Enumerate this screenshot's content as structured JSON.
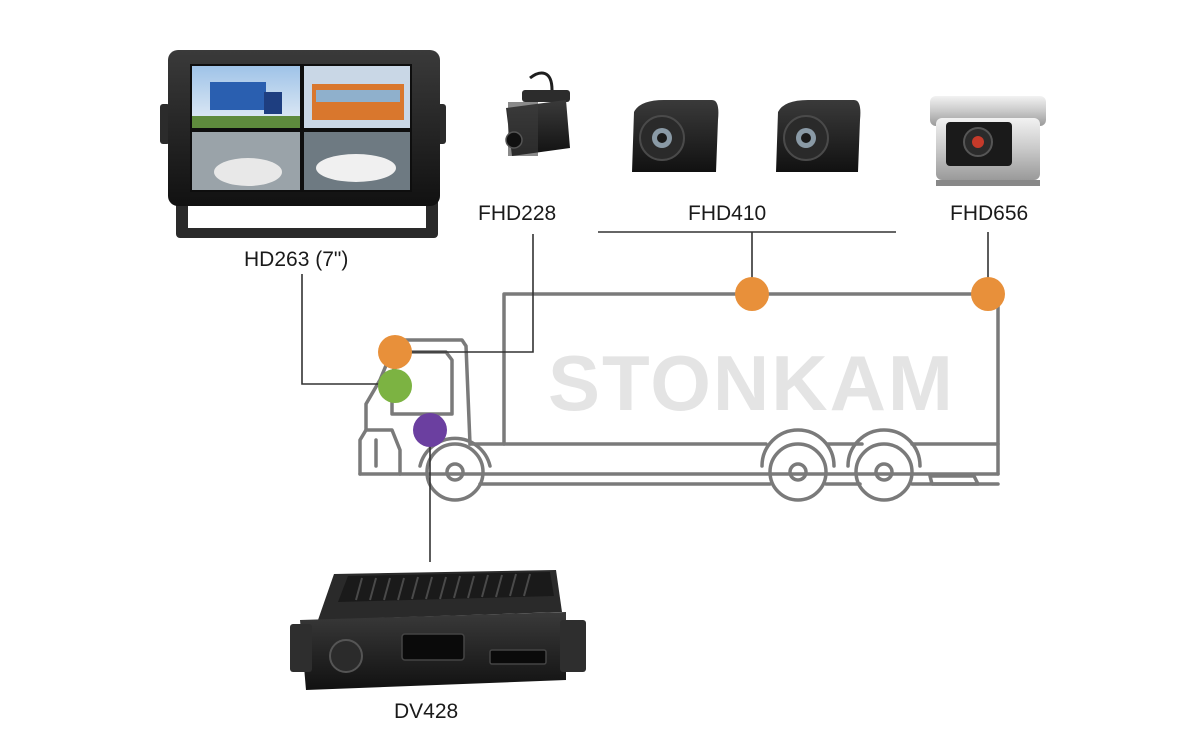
{
  "watermark": "STONKAM",
  "labels": {
    "monitor": "HD263 (7\")",
    "camera_interior": "FHD228",
    "camera_side": "FHD410",
    "camera_rear": "FHD656",
    "recorder": "DV428"
  },
  "colors": {
    "orange": "#e8903a",
    "green": "#7cb342",
    "purple": "#6b3fa0",
    "truck_outline": "#7a7a7a",
    "device_body": "#1c1c1c"
  },
  "icons": {
    "monitor": "quad-view-monitor-image",
    "interior_camera": "cube-camera-image",
    "side_camera": "dome-side-camera-image",
    "rear_camera": "rear-camera-with-shutter-image",
    "recorder": "mobile-dvr-image",
    "truck": "truck-outline-icon"
  }
}
